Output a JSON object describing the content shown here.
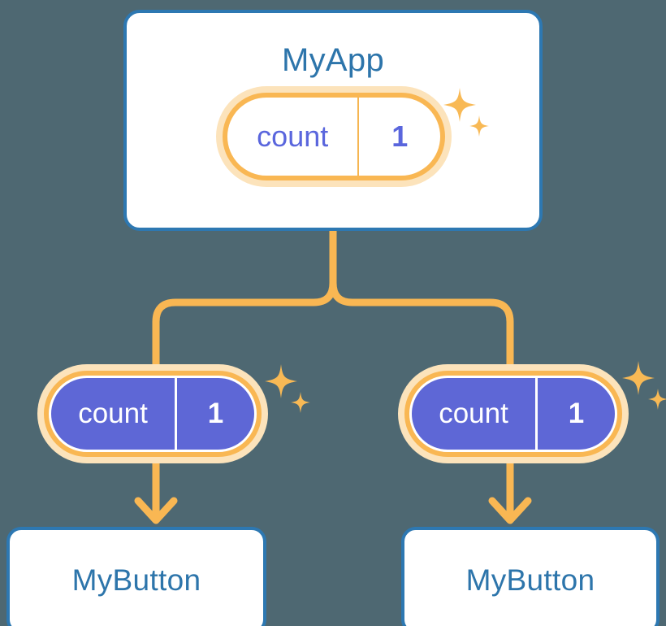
{
  "diagram": {
    "title_node": {
      "label": "MyApp",
      "state_pill": {
        "key": "count",
        "value": "1"
      }
    },
    "children": [
      {
        "state_pill": {
          "key": "count",
          "value": "1"
        },
        "button_label": "MyButton"
      },
      {
        "state_pill": {
          "key": "count",
          "value": "1"
        },
        "button_label": "MyButton"
      }
    ],
    "icons": {
      "sparkle_large": "sparkle-icon",
      "sparkle_small": "sparkle-icon",
      "arrow_down": "arrow-down-icon",
      "branch_connector": "branch-connector-icon"
    },
    "colors": {
      "background": "#4e6872",
      "card_border": "#2d78b2",
      "card_fill": "#ffffff",
      "title_text": "#2d75ab",
      "pill_ring_outer": "#fce3bb",
      "pill_ring_inner": "#f9b753",
      "pill_fill_root": "#ffffff",
      "pill_fill_child": "#5e67d6",
      "pill_text_root": "#5a66dd",
      "pill_text_child": "#ffffff",
      "connector": "#f9b753",
      "sparkle": "#f8b955"
    }
  }
}
